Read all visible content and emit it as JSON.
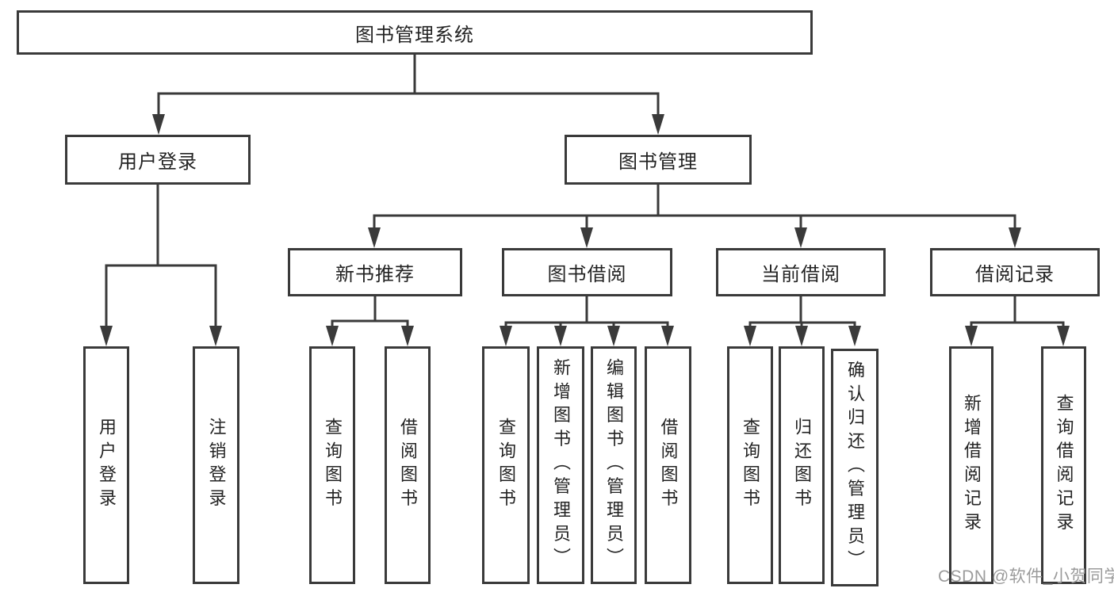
{
  "diagram": {
    "root": {
      "label": "图书管理系统"
    },
    "branches": [
      {
        "label": "用户登录",
        "children": [
          {
            "label": "用户登录"
          },
          {
            "label": "注销登录"
          }
        ]
      },
      {
        "label": "图书管理",
        "children": [
          {
            "label": "新书推荐",
            "children": [
              {
                "label": "查询图书"
              },
              {
                "label": "借阅图书"
              }
            ]
          },
          {
            "label": "图书借阅",
            "children": [
              {
                "label": "查询图书"
              },
              {
                "label": "新增图书（管理员）"
              },
              {
                "label": "编辑图书（管理员）"
              },
              {
                "label": "借阅图书"
              }
            ]
          },
          {
            "label": "当前借阅",
            "children": [
              {
                "label": "查询图书"
              },
              {
                "label": "归还图书"
              },
              {
                "label": "确认归还（管理员）"
              }
            ]
          },
          {
            "label": "借阅记录",
            "children": [
              {
                "label": "新增借阅记录"
              },
              {
                "label": "查询借阅记录"
              }
            ]
          }
        ]
      }
    ]
  },
  "watermark": {
    "text": "CSDN @软件_小贺同学",
    "color": "#9b9b9b"
  },
  "colors": {
    "line": "#3a3a3a",
    "text": "#232323",
    "background": "#ffffff"
  }
}
